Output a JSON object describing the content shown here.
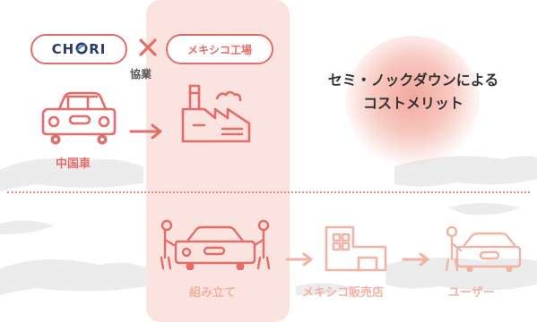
{
  "colors": {
    "accent": "#e46c69",
    "accent_light": "#f1b3a6",
    "navy": "#2d3a63",
    "band": "#fbe3df"
  },
  "header": {
    "brand_prefix": "CH",
    "brand_suffix": "RI",
    "partner": "メキシコ工場",
    "collab": "協業"
  },
  "benefit": {
    "line1": "セミ・ノックダウンによる",
    "line2": "コストメリット"
  },
  "flow": {
    "step1": "中国車",
    "step2": "組み立て",
    "step3": "メキシコ販売店",
    "step4": "ユーザー"
  }
}
